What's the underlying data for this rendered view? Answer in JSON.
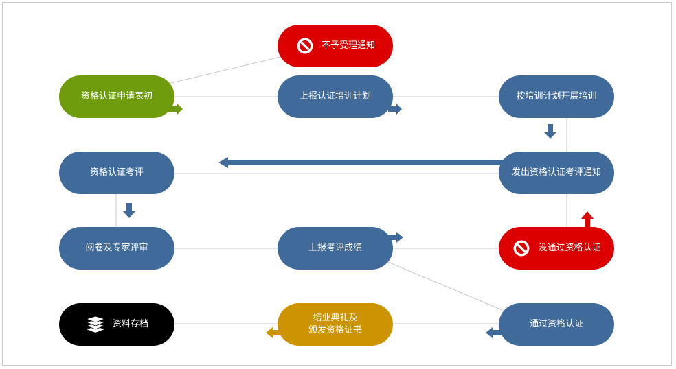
{
  "diagram": {
    "colors": {
      "blue": "#3f6a9a",
      "green": "#6e9c0c",
      "red": "#dc0000",
      "gold": "#cc9400",
      "black": "#000000",
      "line": "#c8c8c8"
    },
    "nodes": {
      "reject_notice": {
        "label": "不予受理通知",
        "icon": "prohibited-icon"
      },
      "application_review": {
        "label": "资格认证申请表初"
      },
      "report_training_plan": {
        "label": "上报认证培训计划"
      },
      "conduct_training": {
        "label": "按培训计划开展培训"
      },
      "certification_exam": {
        "label": "资格认证考评"
      },
      "exam_notice": {
        "label": "发出资格认证考评通知"
      },
      "grading_review": {
        "label": "阅卷及专家评审"
      },
      "report_scores": {
        "label": "上报考评成绩"
      },
      "failed_certification": {
        "label": "没通过资格认证",
        "icon": "prohibited-icon"
      },
      "archive": {
        "label": "资料存档",
        "icon": "stack-layers-icon"
      },
      "graduation_ceremony": {
        "label": "结业典礼及\n颁发资格证书"
      },
      "passed_certification": {
        "label": "通过资格认证"
      }
    }
  }
}
